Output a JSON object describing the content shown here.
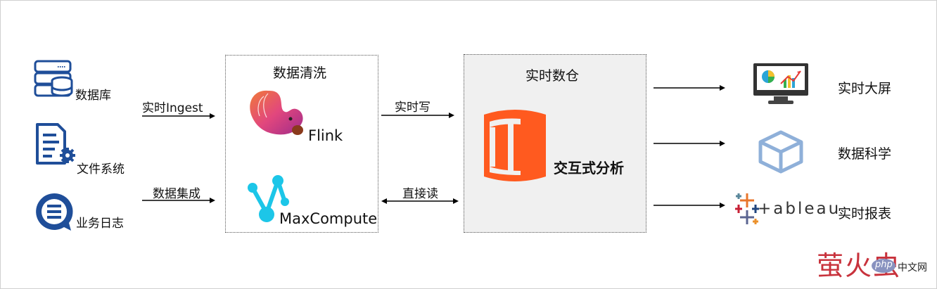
{
  "sources": {
    "database_label": "数据库",
    "filesystem_label": "文件系统",
    "log_label": "业务日志"
  },
  "edges": {
    "realtime_ingest": "实时Ingest",
    "data_integration": "数据集成",
    "realtime_write": "实时写",
    "direct_read": "直接读"
  },
  "cleaning": {
    "title": "数据清洗",
    "flink_label": "Flink",
    "maxcompute_label": "MaxCompute"
  },
  "warehouse": {
    "title": "实时数仓",
    "analysis_label": "交互式分析"
  },
  "consumers": {
    "dashboard_label": "实时大屏",
    "data_science_label": "数据科学",
    "reports_label": "实时报表",
    "tableau_wordmark": "+ableau"
  },
  "watermark": {
    "chinese": "萤火虫",
    "php_badge": "php",
    "site": "中文网"
  },
  "colors": {
    "icon_blue": "#1f4e99",
    "hologres_orange": "#ff5a1f",
    "maxcompute_cyan": "#1cc6e8",
    "watermark_red": "#c8323c"
  }
}
